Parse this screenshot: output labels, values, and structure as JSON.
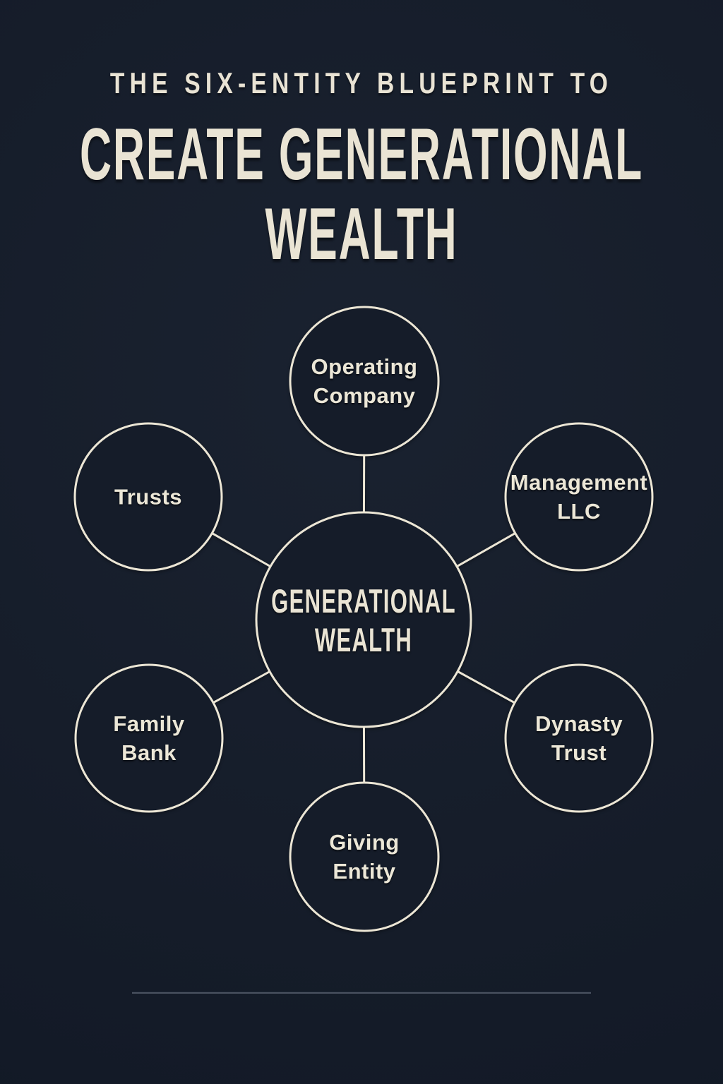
{
  "header": {
    "kicker": "THE SIX-ENTITY BLUEPRINT TO",
    "title": "CREATE GENERATIONAL\nWEALTH"
  },
  "diagram": {
    "hub": {
      "label": "GENERATIONAL\nWEALTH"
    },
    "nodes": [
      {
        "id": "operating-company",
        "label": "Operating\nCompany"
      },
      {
        "id": "management-llc",
        "label": "Management\nLLC"
      },
      {
        "id": "dynasty-trust",
        "label": "Dynasty\nTrust"
      },
      {
        "id": "giving-entity",
        "label": "Giving\nEntity"
      },
      {
        "id": "family-bank",
        "label": "Family\nBank"
      },
      {
        "id": "trusts",
        "label": "Trusts"
      }
    ]
  },
  "colors": {
    "background": "#151c29",
    "ink": "#eae4d4",
    "circle_stroke": "#ece6d5",
    "divider": "#4a5260"
  }
}
